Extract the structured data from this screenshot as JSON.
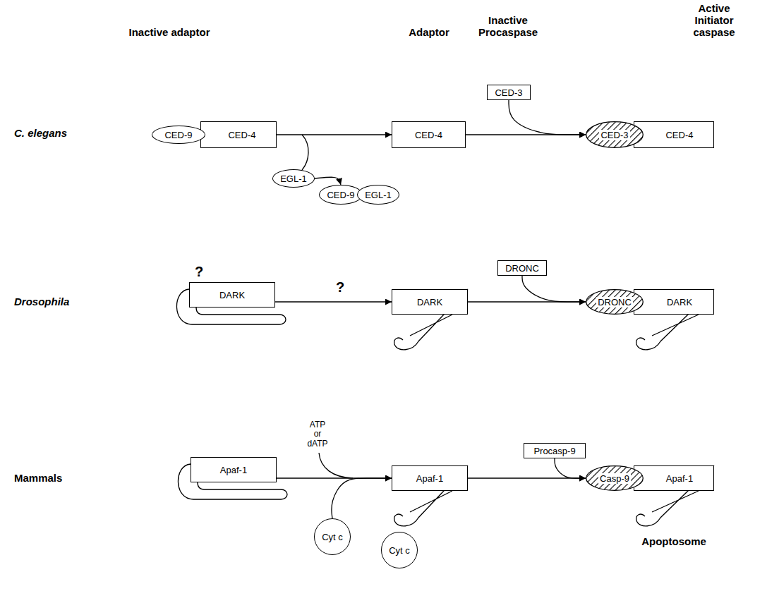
{
  "diagram": {
    "nodes": [
      {
        "text": [
          "CED-9"
        ]
      },
      {
        "text": [
          "CED-4"
        ]
      },
      {
        "text": [
          "EGL-1"
        ]
      },
      {
        "text": [
          "CED-9"
        ]
      },
      {
        "text": [
          "EGL-1"
        ]
      },
      {
        "text": [
          "CED-4"
        ]
      },
      {
        "text": [
          "CED-3"
        ]
      },
      {
        "text": [
          "CED-3"
        ]
      },
      {
        "text": [
          "CED-4"
        ]
      },
      {
        "text": [
          "DARK"
        ]
      },
      {
        "text": [
          "DARK"
        ]
      },
      {
        "text": [
          "DRONC"
        ]
      },
      {
        "text": [
          "DRONC"
        ]
      },
      {
        "text": [
          "DARK"
        ]
      },
      {
        "text": [
          "Apaf-1"
        ]
      },
      {
        "text": [
          "Cyt c"
        ]
      },
      {
        "text": [
          "Apaf-1"
        ]
      },
      {
        "text": [
          "Cyt c"
        ]
      },
      {
        "text": [
          "Procasp-9"
        ]
      },
      {
        "text": [
          "Casp-9"
        ]
      },
      {
        "text": [
          "Apaf-1"
        ]
      }
    ],
    "edges": [
      {
        "from": 1,
        "to": 5,
        "arrow": "to"
      },
      {
        "from": 2,
        "to": 3,
        "arrow": "to"
      },
      {
        "from": 5,
        "to": 7,
        "arrow": "to"
      },
      {
        "from": 6,
        "to": 7,
        "arrow": "to"
      },
      {
        "from": 9,
        "to": 10,
        "arrow": "to"
      },
      {
        "from": 10,
        "to": 12,
        "arrow": "to"
      },
      {
        "from": 11,
        "to": 12,
        "arrow": "to"
      },
      {
        "from": 14,
        "to": 16,
        "arrow": "to"
      },
      {
        "from": 15,
        "to": 16,
        "arrow": "to"
      },
      {
        "from": 16,
        "to": 19,
        "arrow": "to"
      },
      {
        "from": 18,
        "to": 19,
        "arrow": "to"
      }
    ],
    "labels": [
      "Inactive adaptor",
      "Adaptor",
      "Inactive Procaspase",
      "Active Initiator caspase",
      "C. elegans",
      "Drosophila",
      "Mammals",
      "?",
      "?",
      "ATP or dATP",
      "Apoptosome"
    ]
  }
}
